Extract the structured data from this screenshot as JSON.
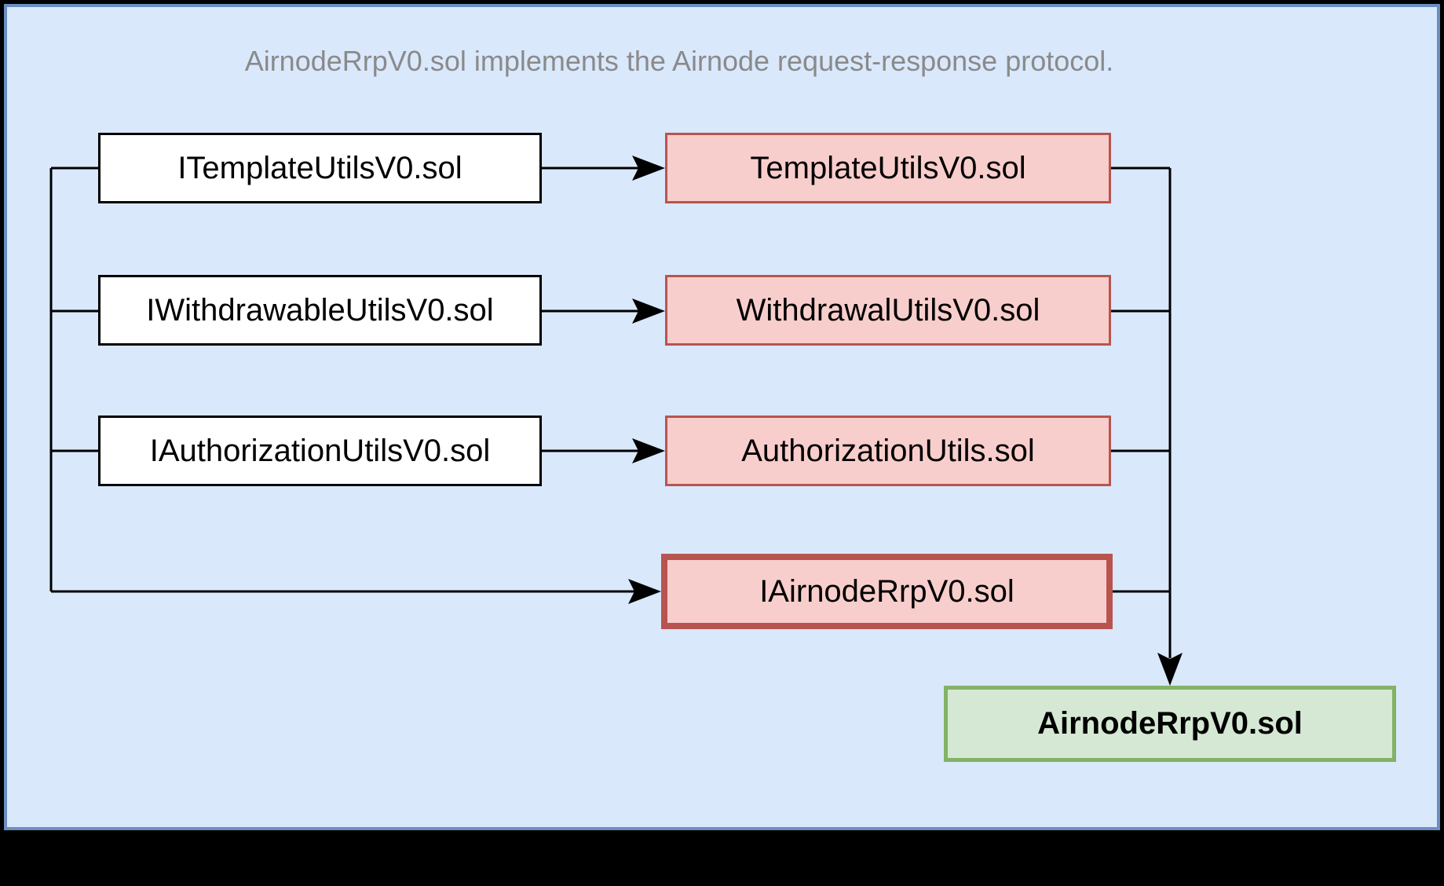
{
  "title": "AirnodeRrpV0.sol implements the Airnode request-response protocol.",
  "nodes": {
    "interfaces": [
      {
        "label": "ITemplateUtilsV0.sol"
      },
      {
        "label": "IWithdrawableUtilsV0.sol"
      },
      {
        "label": "IAuthorizationUtilsV0.sol"
      }
    ],
    "implementations": [
      {
        "label": "TemplateUtilsV0.sol"
      },
      {
        "label": "WithdrawalUtilsV0.sol"
      },
      {
        "label": "AuthorizationUtils.sol"
      }
    ],
    "airnode_interface": {
      "label": "IAirnodeRrpV0.sol"
    },
    "main_contract": {
      "label": "AirnodeRrpV0.sol"
    }
  },
  "colors": {
    "canvas": "#000000",
    "panel_fill": "#dae8fc",
    "panel_border": "#6c8ebf",
    "interface_fill": "#ffffff",
    "interface_border": "#000000",
    "implementation_fill": "#f8cecc",
    "implementation_border": "#b85450",
    "main_contract_fill": "#d5e8d4",
    "main_contract_border": "#82b366",
    "connector": "#000000",
    "title_text": "#8a8a8a"
  }
}
